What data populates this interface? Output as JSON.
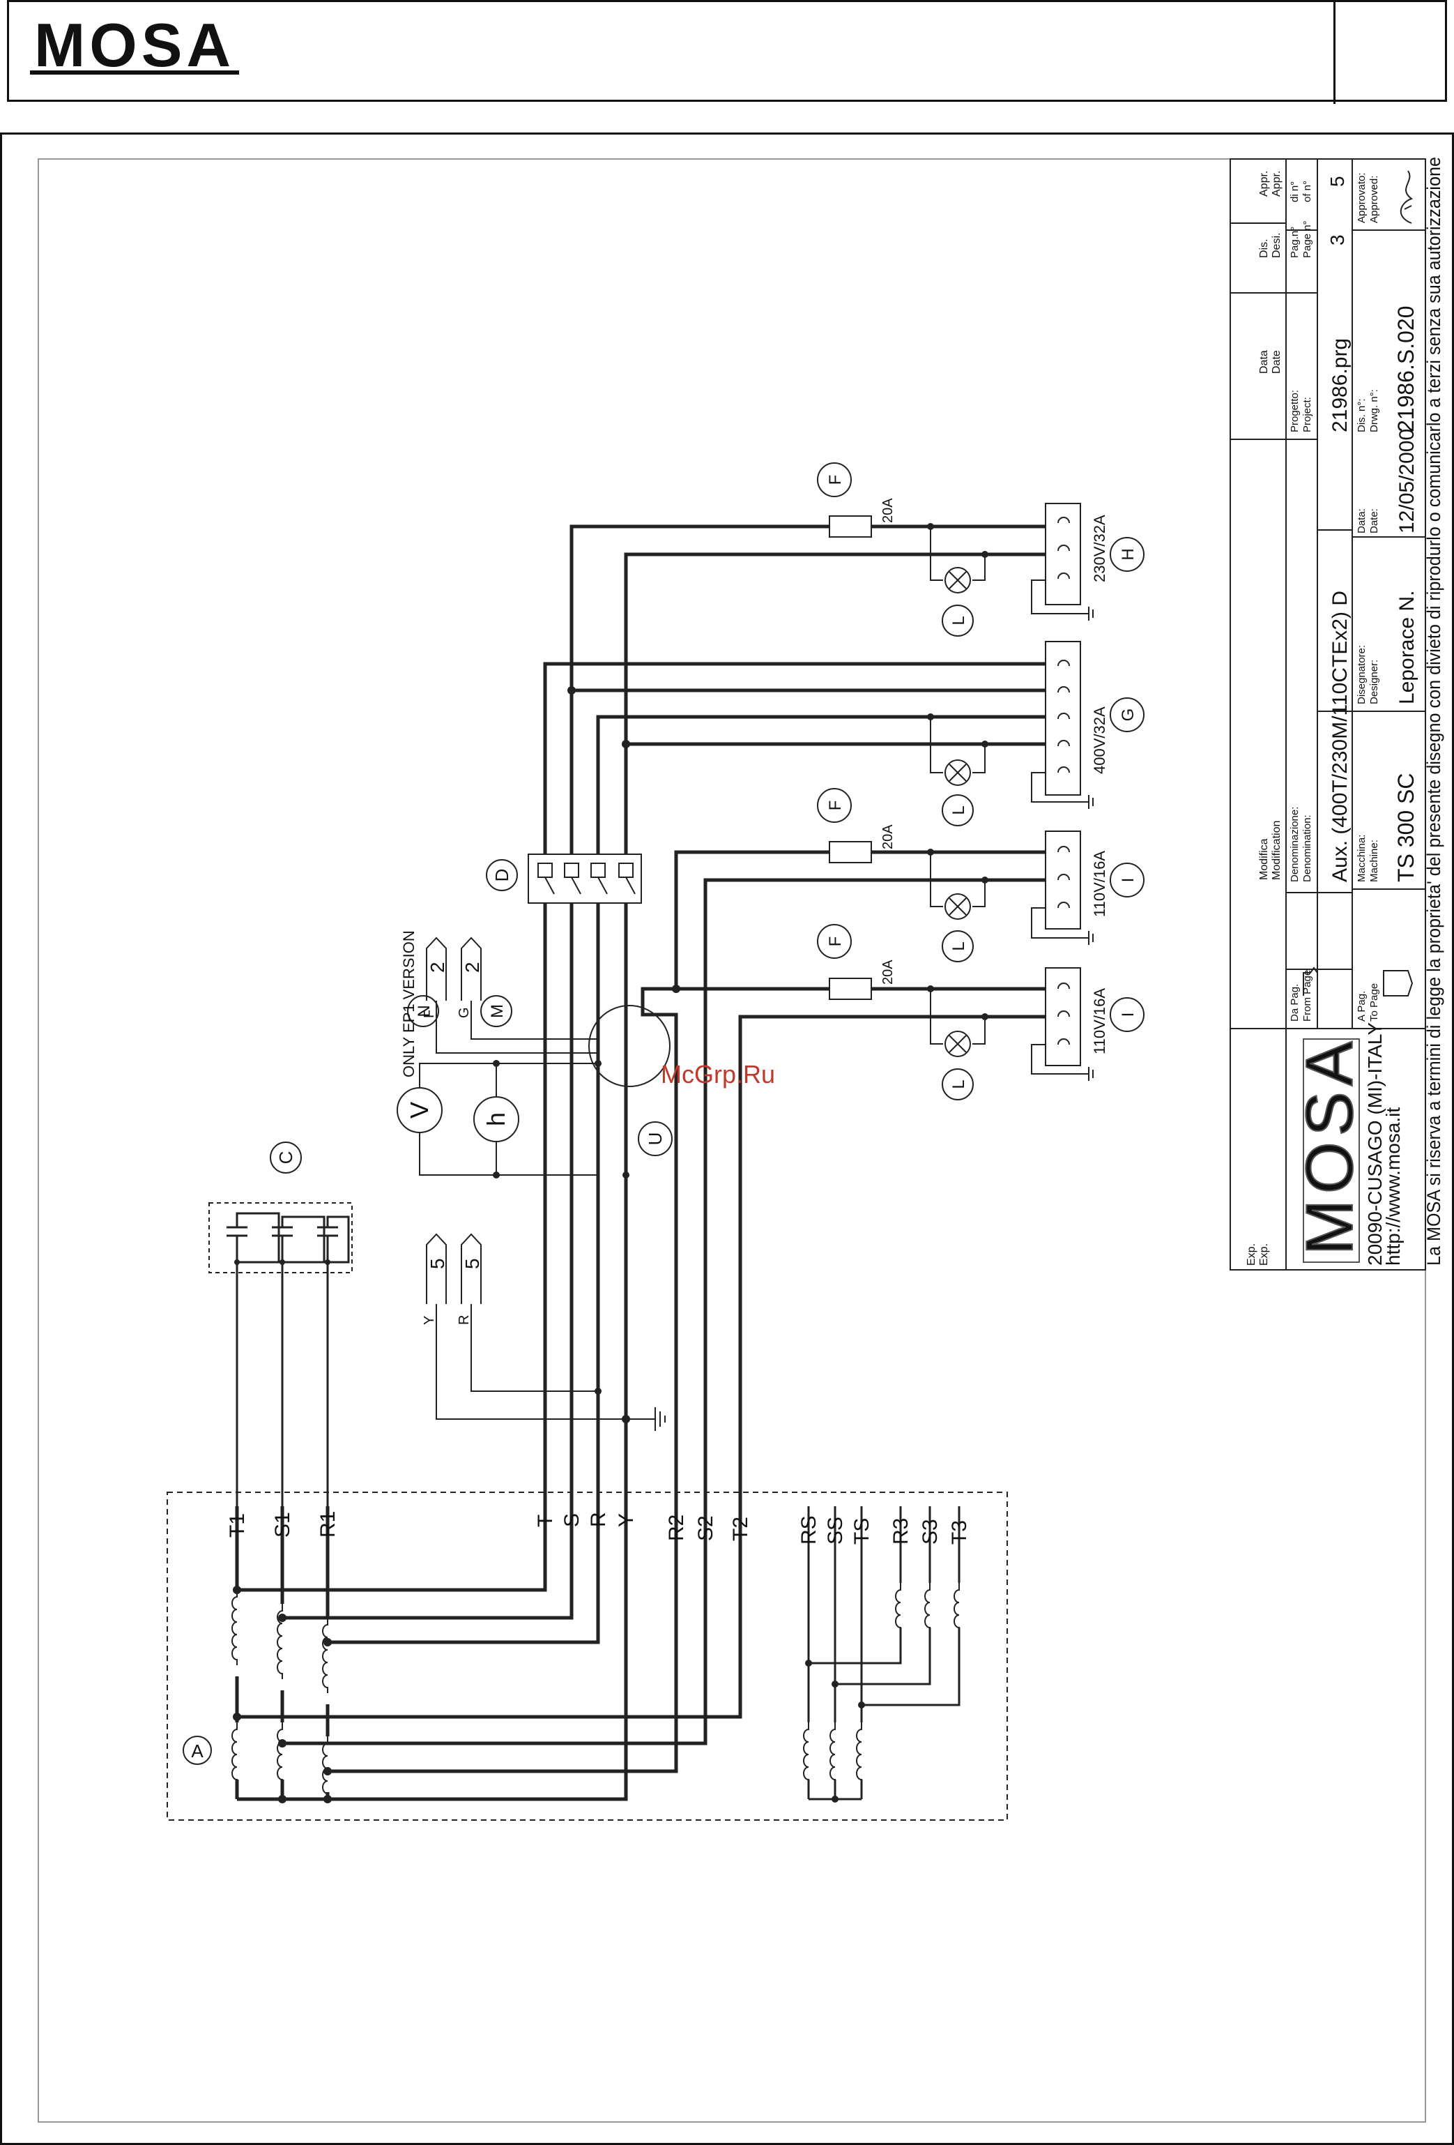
{
  "header": {
    "logo_text": "MOSA"
  },
  "title_block": {
    "exp_label": "Exp.",
    "exp_label_2": "Exp.",
    "modifica_label": "Modifica",
    "modification_label": "Modification",
    "data_label": "Data",
    "date_label": "Date",
    "dis_label": "Dis.",
    "des_label": "Desi.",
    "appr_label": "Appr.",
    "appr_label_2": "Appr.",
    "page_label_it": "Pag.n°",
    "page_label_en": "Page n°",
    "of_label_it": "di n°",
    "of_label_en": "of n°",
    "page_no": "3",
    "page_total": "5",
    "from_page_it": "Da Pag.",
    "from_page_en": "From Page",
    "to_page_it": "A Pag.",
    "to_page_en": "To Page",
    "denominazione_label": "Denominazione:",
    "denomination_label": "Denomination:",
    "denomination": "Aux. (400T/230M/110CTEx2) D",
    "macchina_label": "Macchina:",
    "machine_label": "Machine:",
    "machine": "TS 300 SC",
    "progetto_label": "Progetto:",
    "project_label": "Project:",
    "project": "21986.prg",
    "disegnatore_label": "Disegnatore:",
    "designer_label": "Designer:",
    "designer": "Leporace N.",
    "data2_label": "Data:",
    "date2_label": "Date:",
    "date": "12/05/2000",
    "dis_n_label": "Dis. n°:",
    "drawing_n_label": "Drwg. n°:",
    "drawing_no": "21986.S.020",
    "approvato_label": "Approvato:",
    "approved_label": "Approved:",
    "company_address": "20090-CUSAGO (MI)-ITALY",
    "company_web": "http://www.mosa.it",
    "legal_note": "La MOSA si riserva a termini di legge la proprieta' del presente disegno con divieto di riprodurlo o comunicarlo a terzi senza sua autorizzazione"
  },
  "diagram": {
    "only_version": "ONLY EP1 VERSION",
    "conn_f_letter": "F",
    "conn_g_letter": "G",
    "conn_fg_value": "2",
    "conn_y_letter": "Y",
    "conn_r_letter": "R",
    "conn_yr_value": "5",
    "meter_v": "V",
    "meter_h": "h",
    "lamp_l": "L",
    "fuse_rating": "20A",
    "label_A": "A",
    "label_C": "C",
    "label_D": "D",
    "label_F": "F",
    "label_G": "G",
    "label_H": "H",
    "label_I": "I",
    "label_M": "M",
    "label_N": "N",
    "label_U": "U",
    "socket_230": "230V/32A",
    "socket_400": "400V/32A",
    "socket_110": "110V/16A",
    "terminals": [
      "T1",
      "S1",
      "R1",
      "T",
      "S",
      "R",
      "Y",
      "R2",
      "S2",
      "T2",
      "RS",
      "SS",
      "TS",
      "R3",
      "S3",
      "T3"
    ]
  },
  "watermark": "McGrp.Ru"
}
